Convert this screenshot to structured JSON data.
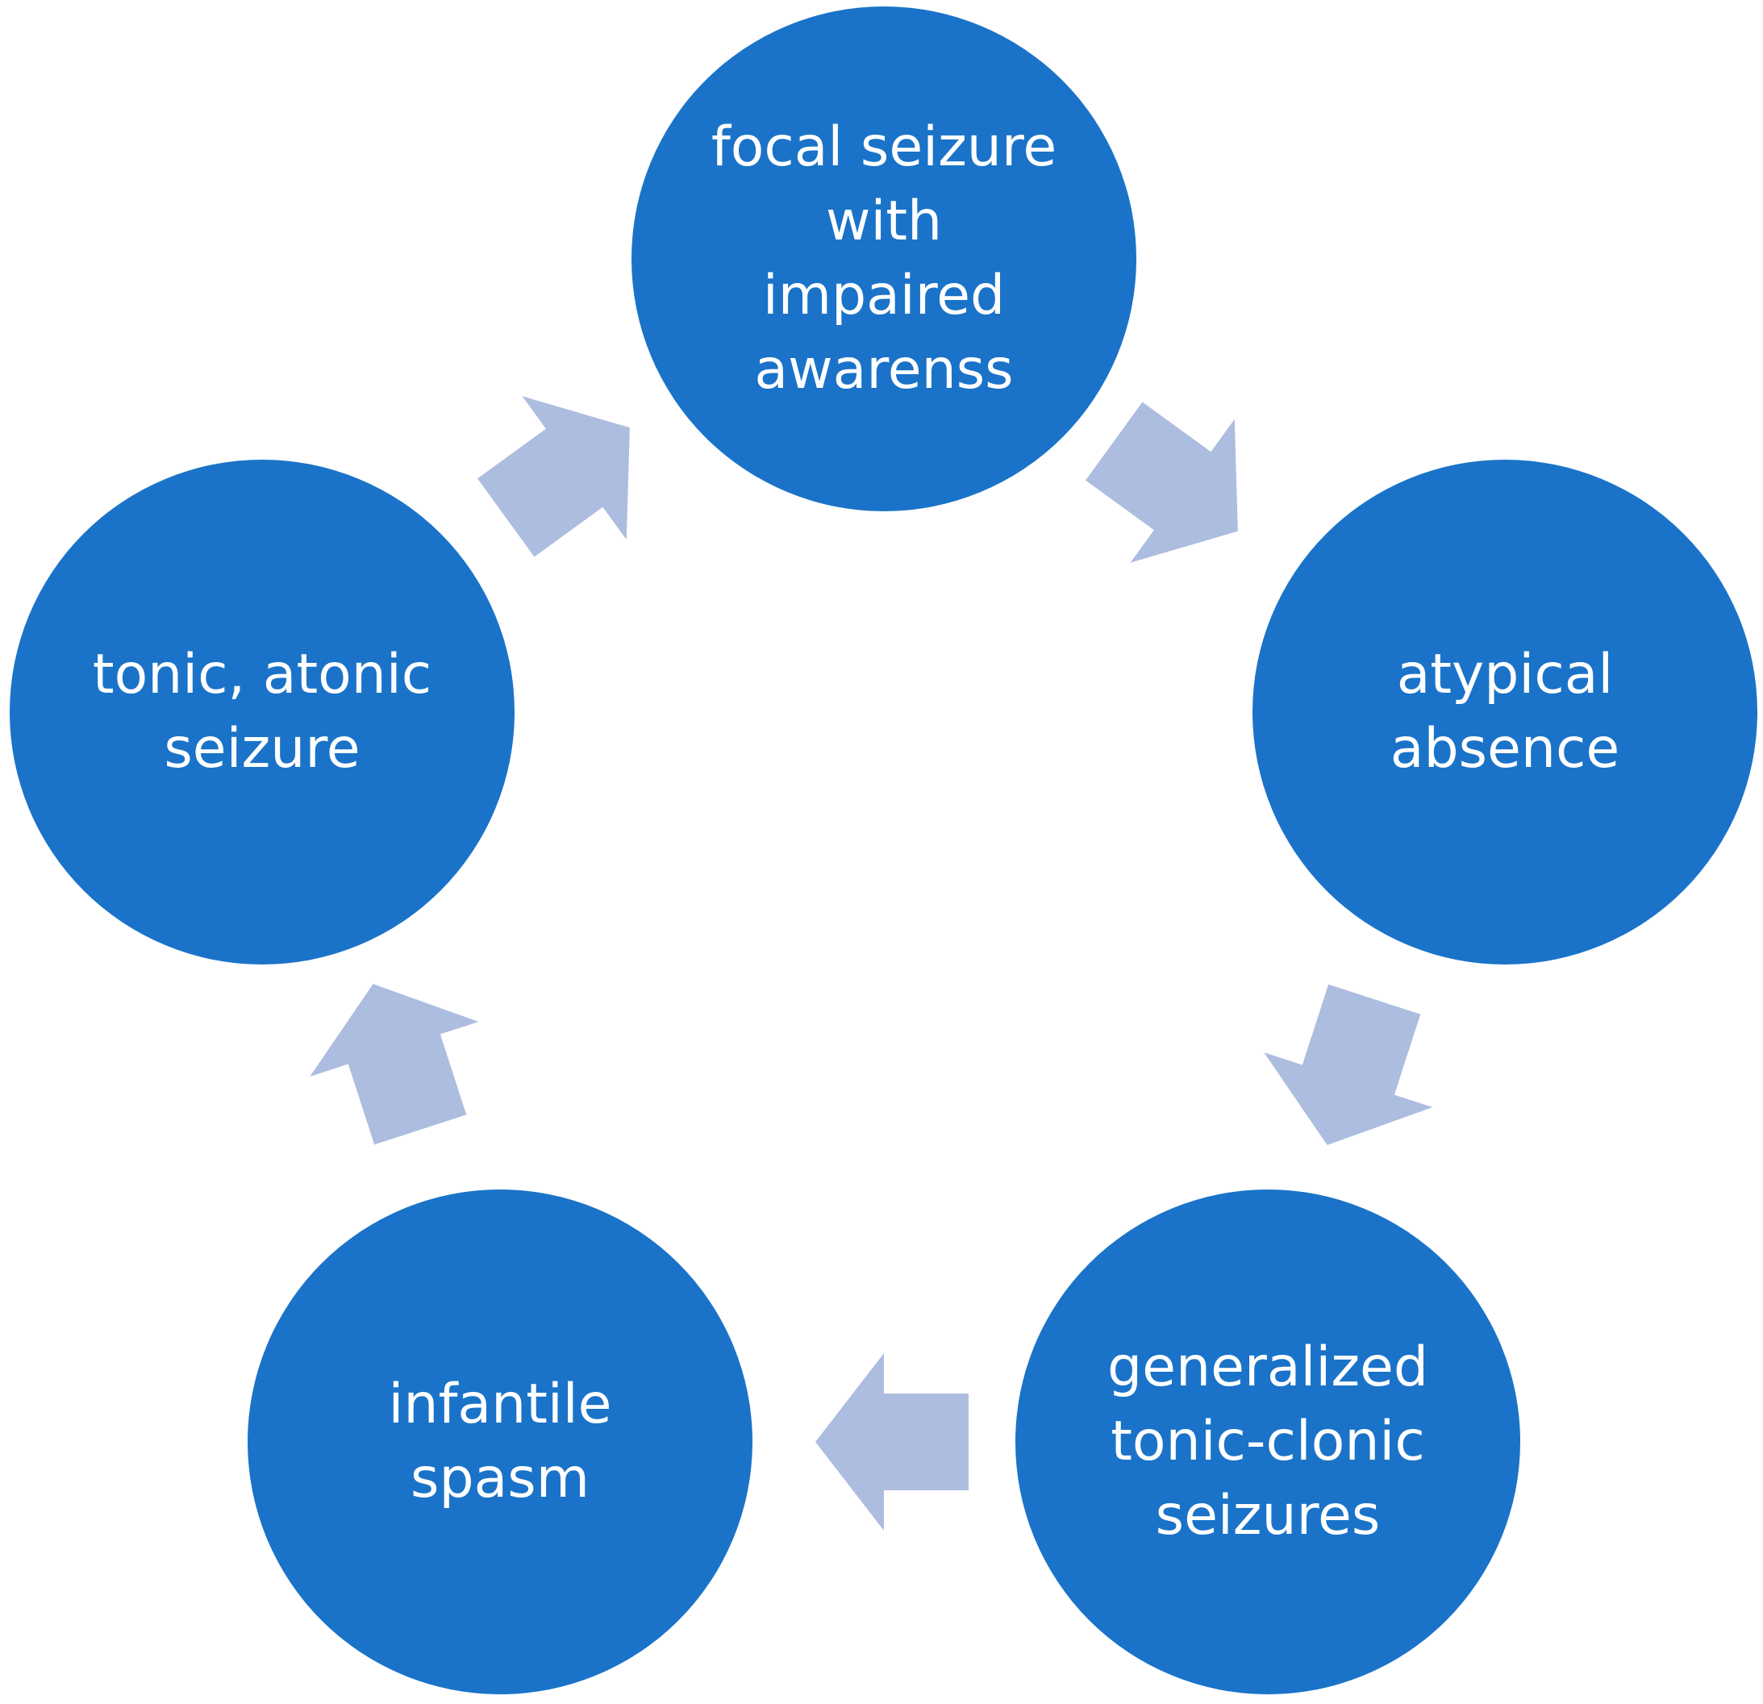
{
  "colors": {
    "node_fill": "#1a73c8",
    "arrow_fill": "#adbde0",
    "text": "#ffffff",
    "background": "#ffffff"
  },
  "nodes": [
    {
      "id": "focal",
      "label": "focal seizure\nwith\nimpaired\nawarenss"
    },
    {
      "id": "atypical",
      "label": "atypical\nabsence"
    },
    {
      "id": "gtc",
      "label": "generalized\ntonic-clonic\nseizures"
    },
    {
      "id": "infantile",
      "label": "infantile\nspasm"
    },
    {
      "id": "tonic",
      "label": "tonic, atonic\nseizure"
    }
  ],
  "flow": [
    {
      "from": "focal",
      "to": "atypical"
    },
    {
      "from": "atypical",
      "to": "gtc"
    },
    {
      "from": "gtc",
      "to": "infantile"
    },
    {
      "from": "infantile",
      "to": "tonic"
    },
    {
      "from": "tonic",
      "to": "focal"
    }
  ]
}
